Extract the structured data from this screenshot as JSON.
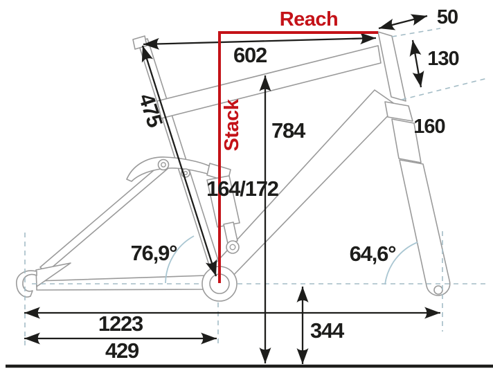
{
  "labels": {
    "reach": "Reach",
    "stack": "Stack"
  },
  "measurements": {
    "top_tube_effective": "602",
    "seat_tube_length": "475",
    "stem_length": "50",
    "head_tube_length": "130",
    "fork_travel": "160",
    "standover_height": "784",
    "shock_travel": "164/172",
    "seat_tube_angle": "76,9°",
    "head_tube_angle": "64,6°",
    "wheelbase": "1223",
    "chainstay_length": "429",
    "bb_height": "344"
  },
  "colors": {
    "accent_red": "#c41218",
    "dimension_black": "#1d1d1b",
    "frame_gray": "#9a9a9a",
    "guide_dash_blue": "#a3bcc6",
    "arc_blue": "#a9c6d2",
    "background": "#ffffff"
  }
}
